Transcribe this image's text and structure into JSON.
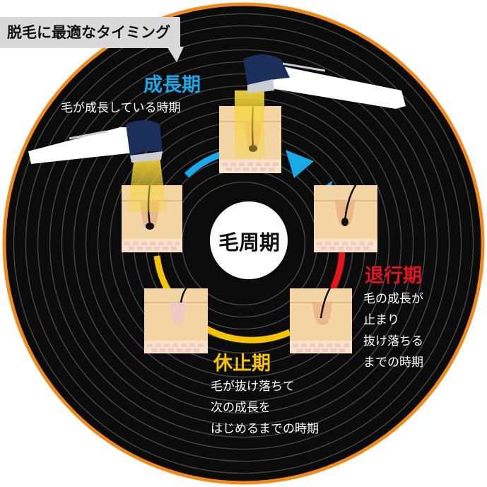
{
  "title": "脱毛に最適なタイミング",
  "center_label": "毛周期",
  "phases": {
    "growth": {
      "name": "成長期",
      "color": "#19a9e8",
      "description": [
        "毛が成長している時期"
      ]
    },
    "regression": {
      "name": "退行期",
      "color": "#e3141b",
      "description": [
        "毛の成長が",
        "止まり",
        "抜け落ちる",
        "までの時期"
      ]
    },
    "resting": {
      "name": "休止期",
      "color": "#f5c400",
      "description": [
        "毛が抜け落ちて",
        "次の成長を",
        "はじめるまでの時期"
      ]
    }
  },
  "colors": {
    "record_black": "#0b0b0b",
    "rim_orange": "#f08a1c",
    "groove": "#4a4a4a",
    "skin": "#f4d5a6",
    "hair": "#111111",
    "device_navy": "#1c2f5a",
    "light_beam": "#f5d53a"
  },
  "icons": [
    "hair-removal-device-icon",
    "skin-hair-icon",
    "cycle-arrow-icon"
  ]
}
